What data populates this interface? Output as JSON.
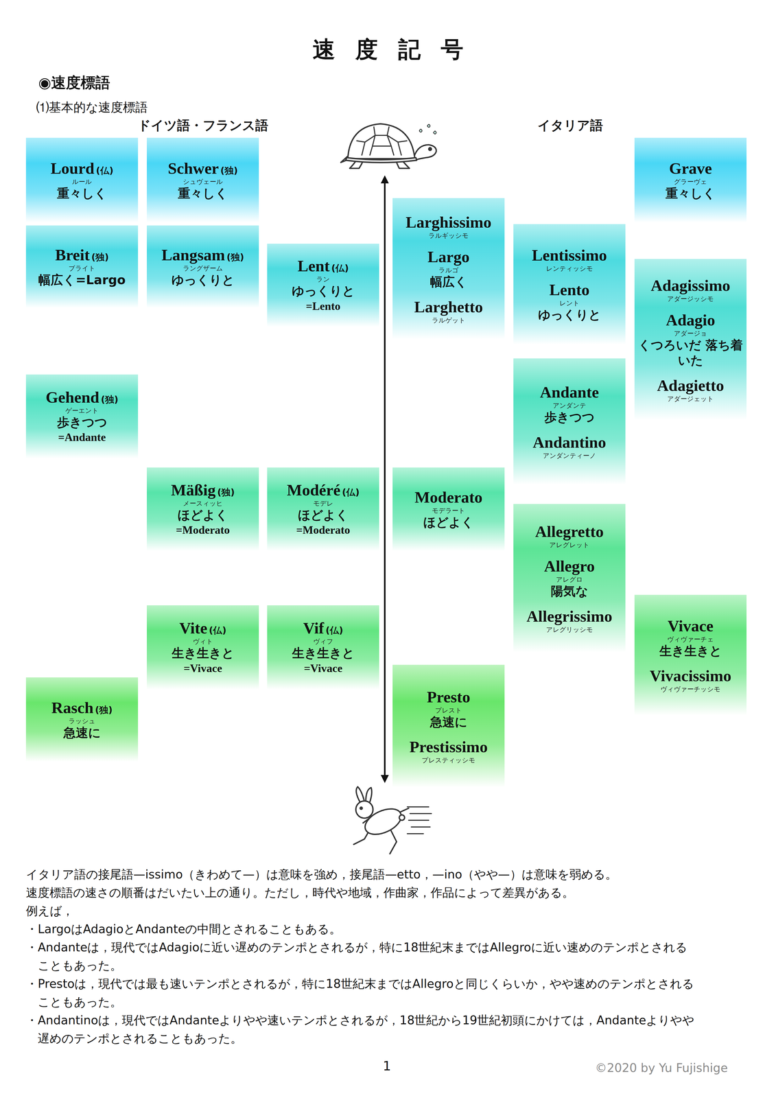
{
  "diagram": {
    "title": "速度記号",
    "nodes": [
      {
        "text": [
          "Lourd",
          "(仏)",
          "ルール",
          "重々しく"
        ]
      },
      {
        "text": [
          "Schwer",
          "(独)",
          "シュヴェール",
          "重々しく"
        ]
      },
      {
        "text": [
          "Grave",
          "グラーヴェ",
          "重々しく"
        ]
      },
      {
        "text": [
          "Larghissimo",
          "ラルギッシモ",
          "Largo",
          "ラルゴ",
          "幅広く",
          "Larghetto",
          "ラルゲット"
        ]
      },
      {
        "text": [
          "Lentissimo",
          "レンティッシモ",
          "Lento",
          "レント",
          "ゆっくりと"
        ]
      },
      {
        "text": [
          "Breit",
          "(独)",
          "ブライト",
          "幅広く=Largo"
        ]
      },
      {
        "text": [
          "Langsam",
          "(独)",
          "ラングザーム",
          "ゆっくりと"
        ]
      },
      {
        "text": [
          "Lent",
          "(仏)",
          "ラン",
          "ゆっくりと",
          "=Lento"
        ]
      },
      {
        "text": [
          "Adagissimo",
          "アダージッシモ",
          "Adagio",
          "アダージョ",
          "くつろいだ 落ち着いた",
          "Adagietto",
          "アダージェット"
        ]
      },
      {
        "text": [
          "Andante",
          "アンダンテ",
          "歩きつつ",
          "Andantino",
          "アンダンティーノ"
        ]
      },
      {
        "text": [
          "Gehend",
          "(独)",
          "ゲーエント",
          "歩きつつ",
          "=Andante"
        ]
      },
      {
        "text": [
          "Mäßig",
          "(独)",
          "メースィッヒ",
          "ほどよく",
          "=Moderato"
        ]
      },
      {
        "text": [
          "Modéré",
          "(仏)",
          "モデレ",
          "ほどよく",
          "=Moderato"
        ]
      },
      {
        "text": [
          "Moderato",
          "モデラート",
          "ほどよく"
        ]
      },
      {
        "text": [
          "Allegretto",
          "アレグレット",
          "Allegro",
          "アレグロ",
          "陽気な",
          "Allegrissimo",
          "アレグリッシモ"
        ]
      },
      {
        "text": [
          "Vivace",
          "ヴィヴァーチェ",
          "生き生きと",
          "Vivacissimo",
          "ヴィヴァーチッシモ"
        ]
      },
      {
        "text": [
          "Vite",
          "(仏)",
          "ヴィト",
          "生き生きと",
          "=Vivace"
        ]
      },
      {
        "text": [
          "Vif",
          "(仏)",
          "ヴィフ",
          "生き生きと",
          "=Vivace"
        ]
      },
      {
        "text": [
          "Presto",
          "プレスト",
          "急速に",
          "Prestissimo",
          "プレスティッシモ"
        ]
      },
      {
        "text": [
          "Rasch",
          "(独)",
          "ラッシュ",
          "急速に"
        ]
      }
    ],
    "labels": [
      "◉速度標語",
      "⑴基本的な速度標語",
      "ドイツ語・フランス語",
      "イタリア語",
      "イタリア語の接尾語—issimo（きわめて—）は意味を強め，接尾語—etto，—ino（やや—）は意味を弱める。",
      "速度標語の速さの順番はだいたい上の通り。ただし，時代や地域，作曲家，作品によって差異がある。",
      "例えば，",
      "・LargoはAdagioとAndanteの中間とされることもある。",
      "・Andanteは，現代ではAdagioに近い遅めのテンポとされるが，特に18世紀末まではAllegroに近い速めのテンポとされることもあった。",
      "・Prestoは，現代では最も速いテンポとされるが，特に18世紀末まではAllegroと同じくらいか，やや速めのテンポとされることもあった。",
      "・Andantinoは，現代ではAndanteよりやや速いテンポとされるが，18世紀から19世紀初頭にかけては，Andanteよりやや遅めのテンポとされることもあった。",
      "1",
      "©2020 by Yu Fujishige"
    ]
  }
}
